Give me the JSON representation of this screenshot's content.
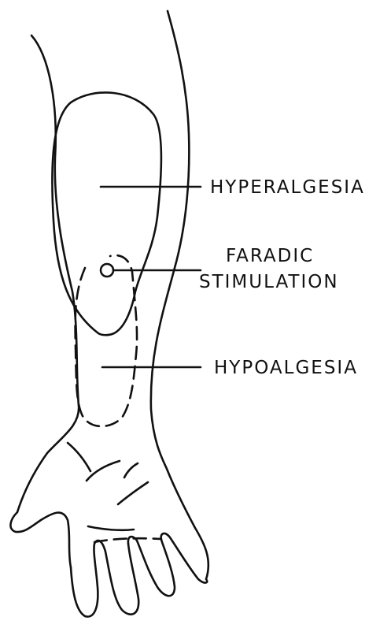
{
  "labels": {
    "hyperalgesia": "HYPERALGESIA",
    "faradic_line1": "FARADIC",
    "faradic_line2": "STIMULATION",
    "hypoalgesia": "HYPOALGESIA"
  },
  "colors": {
    "ink": "#111111",
    "background": "#ffffff"
  }
}
